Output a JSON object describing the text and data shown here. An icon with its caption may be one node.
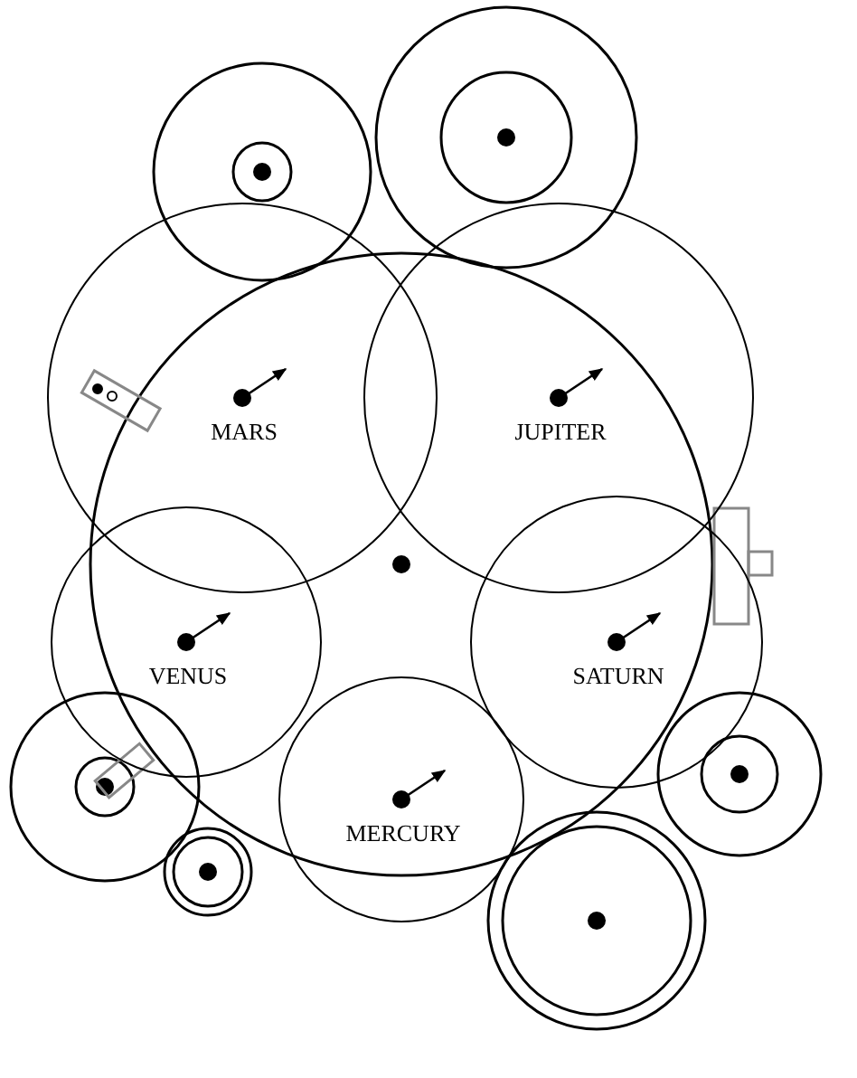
{
  "diagram": {
    "nodes": [
      {
        "text": [
          "MARS"
        ]
      },
      {
        "text": [
          "JUPITER"
        ]
      },
      {
        "text": [
          "VENUS"
        ]
      },
      {
        "text": [
          "SATURN"
        ]
      },
      {
        "text": [
          "MERCURY"
        ]
      }
    ]
  }
}
